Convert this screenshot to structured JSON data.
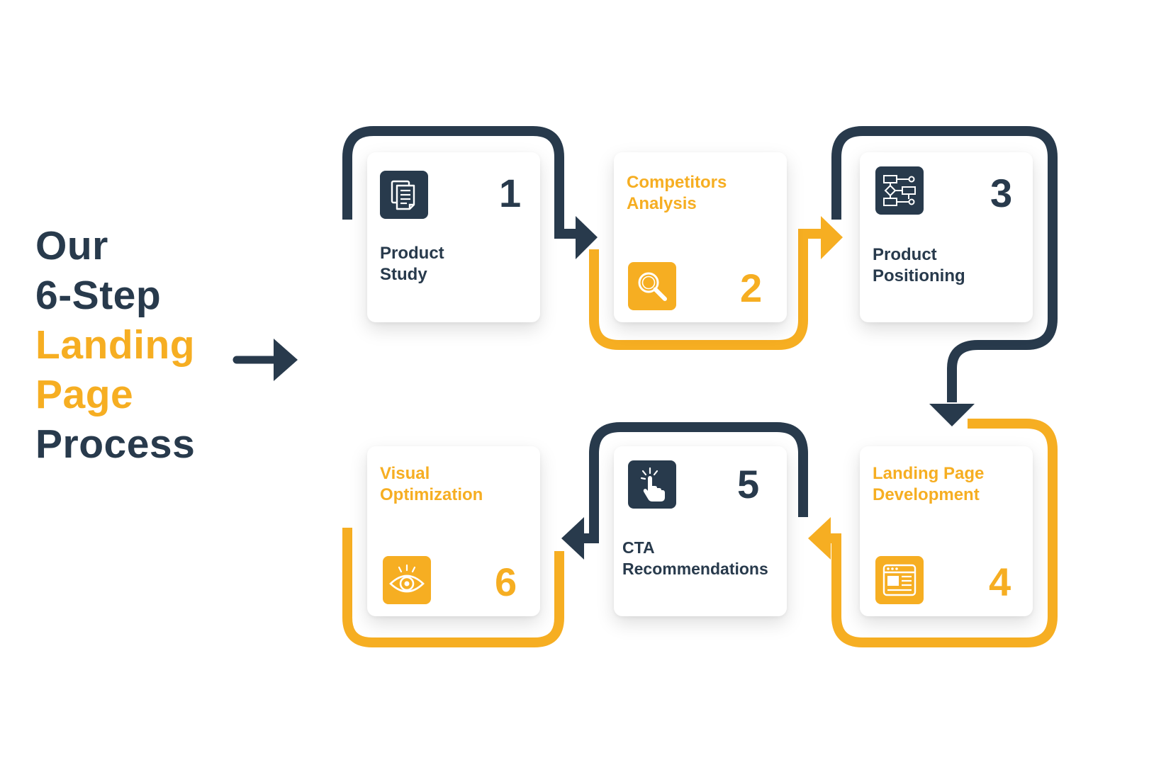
{
  "headline": {
    "line1": "Our",
    "line2": "6-Step",
    "line3": "Landing",
    "line4": "Page",
    "line5": "Process"
  },
  "colors": {
    "navy": "#283a4c",
    "gold": "#f6ae22"
  },
  "steps": [
    {
      "number": "1",
      "title_line1": "Product",
      "title_line2": "Study",
      "icon": "document-icon",
      "color": "navy"
    },
    {
      "number": "2",
      "title_line1": "Competitors",
      "title_line2": "Analysis",
      "icon": "magnifier-icon",
      "color": "gold"
    },
    {
      "number": "3",
      "title_line1": "Product",
      "title_line2": "Positioning",
      "icon": "flowchart-icon",
      "color": "navy"
    },
    {
      "number": "4",
      "title_line1": "Landing Page",
      "title_line2": "Development",
      "icon": "webpage-icon",
      "color": "gold"
    },
    {
      "number": "5",
      "title_line1": "CTA",
      "title_line2": "Recommendations",
      "icon": "click-hand-icon",
      "color": "navy"
    },
    {
      "number": "6",
      "title_line1": "Visual",
      "title_line2": "Optimization",
      "icon": "eye-icon",
      "color": "gold"
    }
  ]
}
